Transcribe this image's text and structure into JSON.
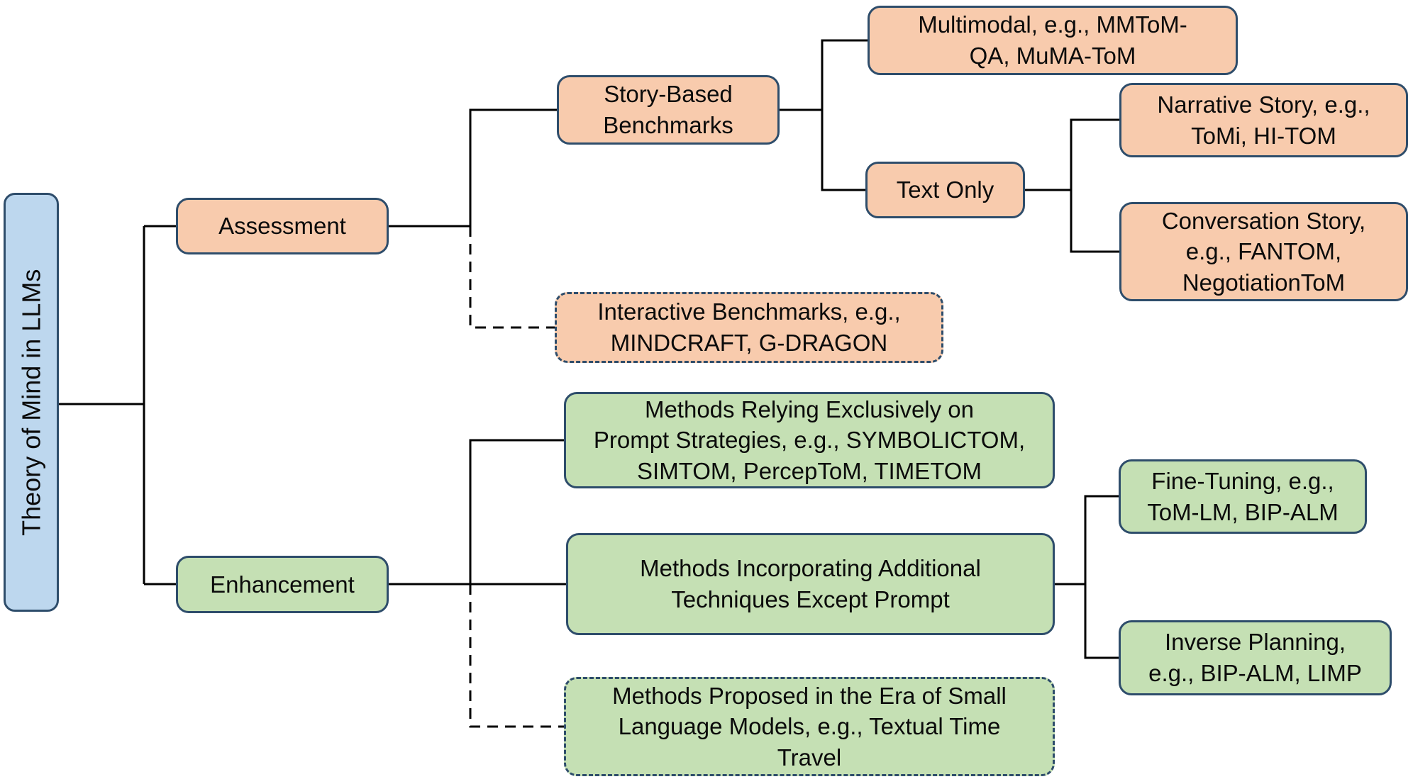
{
  "diagram": {
    "title": "Theory of Mind in LLMs taxonomy",
    "nodes": {
      "root": {
        "label": "Theory of Mind in LLMs"
      },
      "assessment": {
        "label": "Assessment"
      },
      "story_based": {
        "label": "Story-Based\nBenchmarks"
      },
      "multimodal": {
        "label": "Multimodal, e.g., MMToM-\nQA, MuMA-ToM"
      },
      "text_only": {
        "label": "Text Only"
      },
      "narrative": {
        "label": "Narrative Story, e.g.,\nToMi, HI-TOM"
      },
      "conversation": {
        "label": "Conversation Story,\ne.g., FANTOM,\nNegotiationToM"
      },
      "interactive": {
        "label": "Interactive Benchmarks, e.g.,\nMINDCRAFT, G-DRAGON"
      },
      "methods_prompt": {
        "label": "Methods Relying Exclusively on\nPrompt Strategies, e.g., SYMBOLICTOM,\nSIMTOM, PercepToM, TIMETOM"
      },
      "methods_incorporating": {
        "label": "Methods Incorporating Additional\nTechniques Except Prompt"
      },
      "fine_tuning": {
        "label": "Fine-Tuning, e.g.,\nToM-LM, BIP-ALM"
      },
      "inverse_planning": {
        "label": "Inverse Planning,\ne.g., BIP-ALM, LIMP"
      },
      "methods_small_lm": {
        "label": "Methods Proposed in the Era of Small\nLanguage Models, e.g., Textual Time\nTravel"
      },
      "enhancement": {
        "label": "Enhancement"
      }
    },
    "edge_styles": {
      "solid": "established category",
      "dashed": "dashed-link category"
    }
  },
  "colors": {
    "orange": "#F8CBAD",
    "green": "#C5E0B4",
    "blue": "#BDD7EE",
    "border": "#2E4D6B",
    "line": "#000000"
  }
}
